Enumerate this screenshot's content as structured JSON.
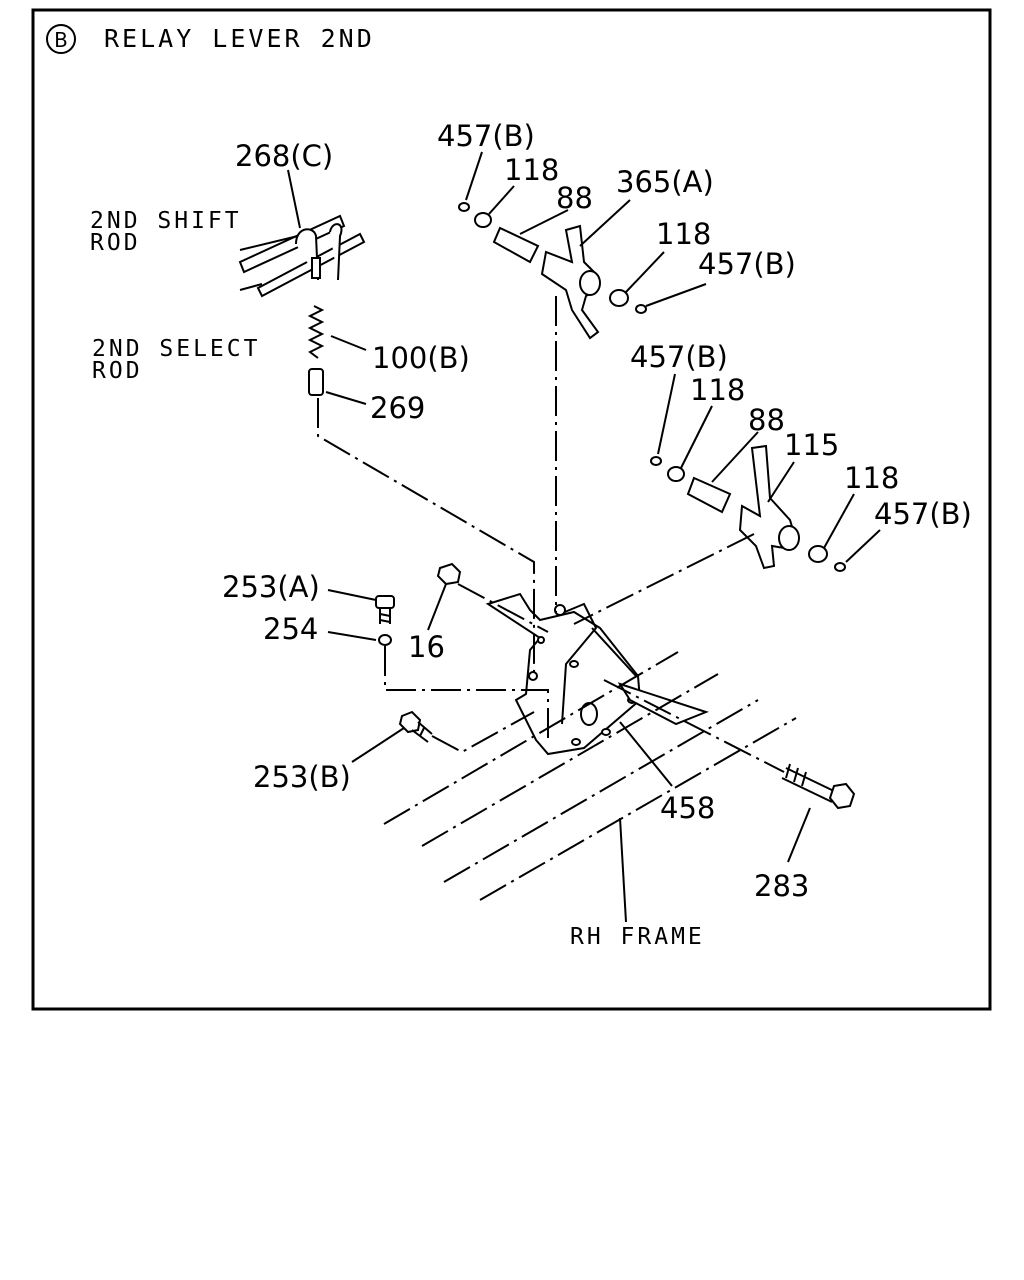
{
  "title": {
    "badge": "B",
    "text": "RELAY LEVER 2ND"
  },
  "labels": {
    "shift_rod": [
      "2ND SHIFT",
      "ROD"
    ],
    "select_rod": [
      "2ND SELECT",
      "ROD"
    ],
    "rh_frame": "RH FRAME"
  },
  "parts": [
    "457(B)",
    "118",
    "88",
    "365(A)",
    "118",
    "457(B)",
    "268(C)",
    "100(B)",
    "269",
    "457(B)",
    "118",
    "88",
    "115",
    "118",
    "457(B)",
    "253(A)",
    "254",
    "16",
    "253(B)",
    "458",
    "283"
  ]
}
